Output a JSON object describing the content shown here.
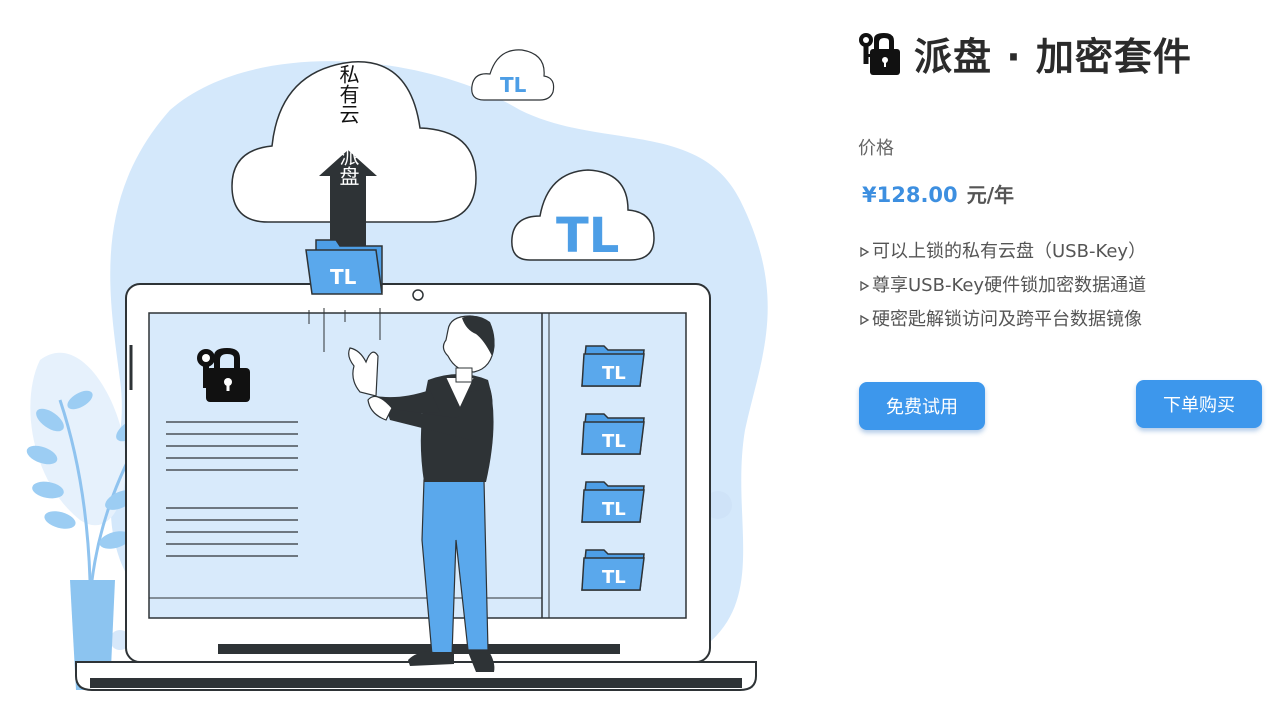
{
  "product": {
    "title": "派盘 · 加密套件",
    "price_label": "价格",
    "price_value": "¥128.00",
    "price_unit": "元/年",
    "features": [
      "可以上锁的私有云盘（USB-Key）",
      "尊享USB-Key硬件锁加密数据通道",
      "硬密匙解锁访问及跨平台数据镜像"
    ]
  },
  "buttons": {
    "trial_label": "免费试用",
    "buy_label": "下单购买"
  },
  "illustration": {
    "cloud_label_private": "私有云",
    "arrow_label": "派盘",
    "logo_glyph": "TL"
  },
  "colors": {
    "accent": "#3d97ec",
    "price": "#3d8fe0",
    "blob": "#d4e8fb"
  }
}
